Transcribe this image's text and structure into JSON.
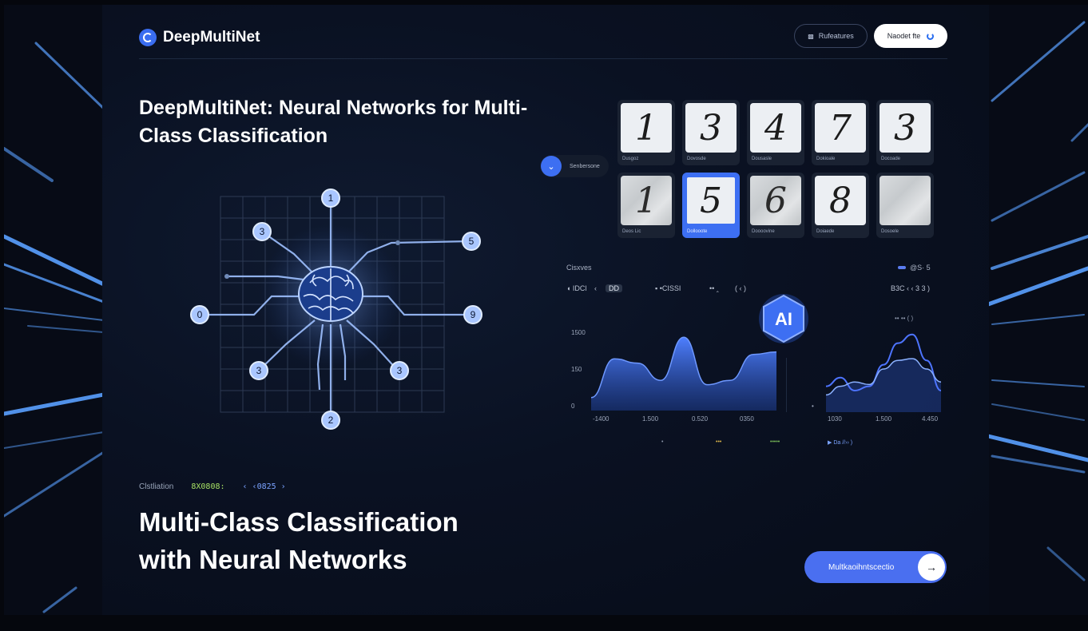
{
  "brand": {
    "name": "DeepMultiNet",
    "icon": "brand-logo-icon"
  },
  "header": {
    "secondary_button": "Rufeatures",
    "primary_button": "Naodet fte"
  },
  "hero": {
    "title": "DeepMultiNet: Neural Networks for Multi-Class Classification"
  },
  "network": {
    "center_icon": "brain-icon",
    "nodes": [
      "1",
      "3",
      "5",
      "0",
      "9",
      "3",
      "3",
      "2"
    ]
  },
  "chip": {
    "label": "Senbersone"
  },
  "samples": [
    {
      "digit": "1",
      "caption": "Dusgoz",
      "rough": false,
      "selected": false
    },
    {
      "digit": "3",
      "caption": "Dovosde",
      "rough": false,
      "selected": false
    },
    {
      "digit": "4",
      "caption": "Dousasle",
      "rough": false,
      "selected": false
    },
    {
      "digit": "7",
      "caption": "Dokioale",
      "rough": false,
      "selected": false
    },
    {
      "digit": "3",
      "caption": "Docoade",
      "rough": false,
      "selected": false
    },
    {
      "digit": "1",
      "caption": "Deos Lic",
      "rough": true,
      "selected": false
    },
    {
      "digit": "5",
      "caption": "Dollooote",
      "rough": false,
      "selected": true
    },
    {
      "digit": "6",
      "caption": "Doooovine",
      "rough": true,
      "selected": false
    },
    {
      "digit": "8",
      "caption": "Doiaede",
      "rough": false,
      "selected": false
    },
    {
      "digit": "",
      "caption": "Dosoele",
      "rough": true,
      "selected": false
    }
  ],
  "analytics": {
    "title": "Cisxves",
    "legend": "@S· 5",
    "row_left": [
      "◖ IDCl",
      "‹",
      "DD",
      "▪ •CISSI",
      "•• ‸",
      "( ‹ )"
    ],
    "row_right": "B3C ‹ ‹ 3 3 )",
    "legend_right": "•• •• ( )",
    "ai_badge": "AI",
    "bottom_legend": [
      "•",
      "•••",
      "•••••",
      "▶ Da //›› )"
    ]
  },
  "chart_data": [
    {
      "type": "area",
      "title": "",
      "yticks": [
        "1500",
        "150",
        "0"
      ],
      "xticks": [
        "-1400",
        "1.500",
        "0.520",
        "0350"
      ],
      "x": [
        0,
        1,
        2,
        3,
        4,
        5,
        6,
        7,
        8
      ],
      "series": [
        {
          "values": [
            0.15,
            0.6,
            0.55,
            0.35,
            0.85,
            0.3,
            0.35,
            0.65,
            0.68
          ]
        }
      ],
      "ylim": [
        0,
        1
      ],
      "color": "#3d6ff2"
    },
    {
      "type": "line",
      "title": "",
      "xticks": [
        "1030",
        "1.500",
        "4.450"
      ],
      "x": [
        0,
        1,
        2,
        3,
        4,
        5,
        6,
        7,
        8
      ],
      "series": [
        {
          "values": [
            0.3,
            0.4,
            0.25,
            0.3,
            0.55,
            0.8,
            0.9,
            0.6,
            0.25
          ]
        },
        {
          "values": [
            0.2,
            0.3,
            0.35,
            0.32,
            0.5,
            0.6,
            0.62,
            0.5,
            0.35
          ]
        }
      ],
      "ylim": [
        0,
        1
      ],
      "color": "#4d74ff"
    }
  ],
  "classification": {
    "label": "Clstliation",
    "value": "8X0808:",
    "code": "‹ ‹0825 ›"
  },
  "bottom": {
    "title": "Multi-Class Classification with Neural Networks"
  },
  "cta": {
    "label": "Multkaoihntscectio",
    "icon": "arrow-right-icon",
    "arrow": "→"
  },
  "colors": {
    "accent": "#3d6ff2",
    "background": "#0a1122",
    "streak": "#66a3ff"
  }
}
